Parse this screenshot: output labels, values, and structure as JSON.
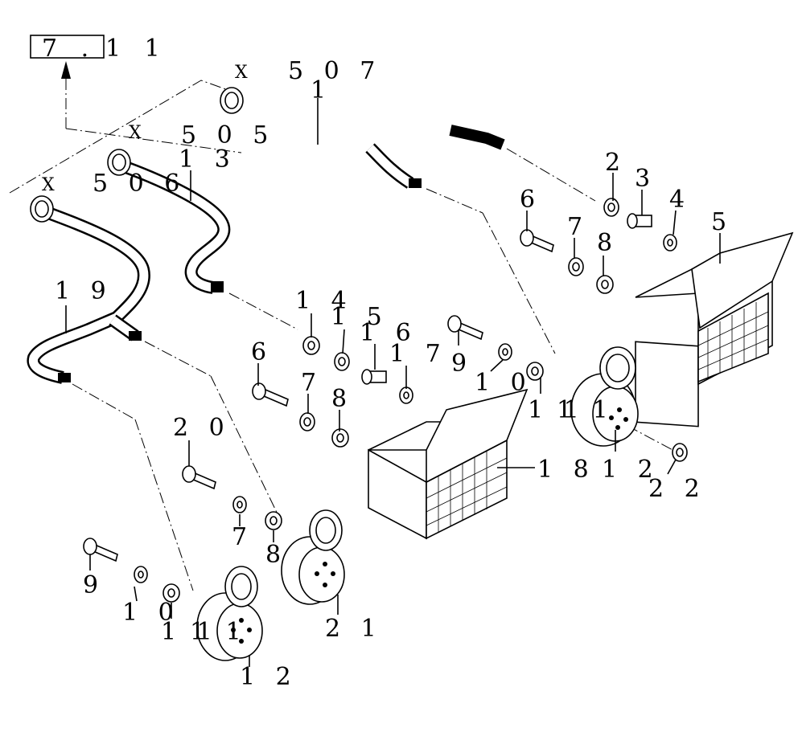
{
  "reference": {
    "box_text": "7 .",
    "suffix": "1 1"
  },
  "hose_marks": [
    "X",
    "X",
    "X"
  ],
  "callouts": [
    "5 0 7",
    "1",
    "5 0 5",
    "1 3",
    "5 0 6",
    "1 9",
    "2",
    "3",
    "4",
    "6",
    "7",
    "8",
    "5",
    "1 4",
    "1 5",
    "1 6",
    "1 7",
    "9",
    "6",
    "7",
    "8",
    "1 0",
    "1 1",
    "1 1",
    "1 8",
    "1 2",
    "2 2",
    "2 0",
    "7",
    "8",
    "9",
    "1 0",
    "1 1",
    "1 1",
    "2 1",
    "1 2"
  ]
}
